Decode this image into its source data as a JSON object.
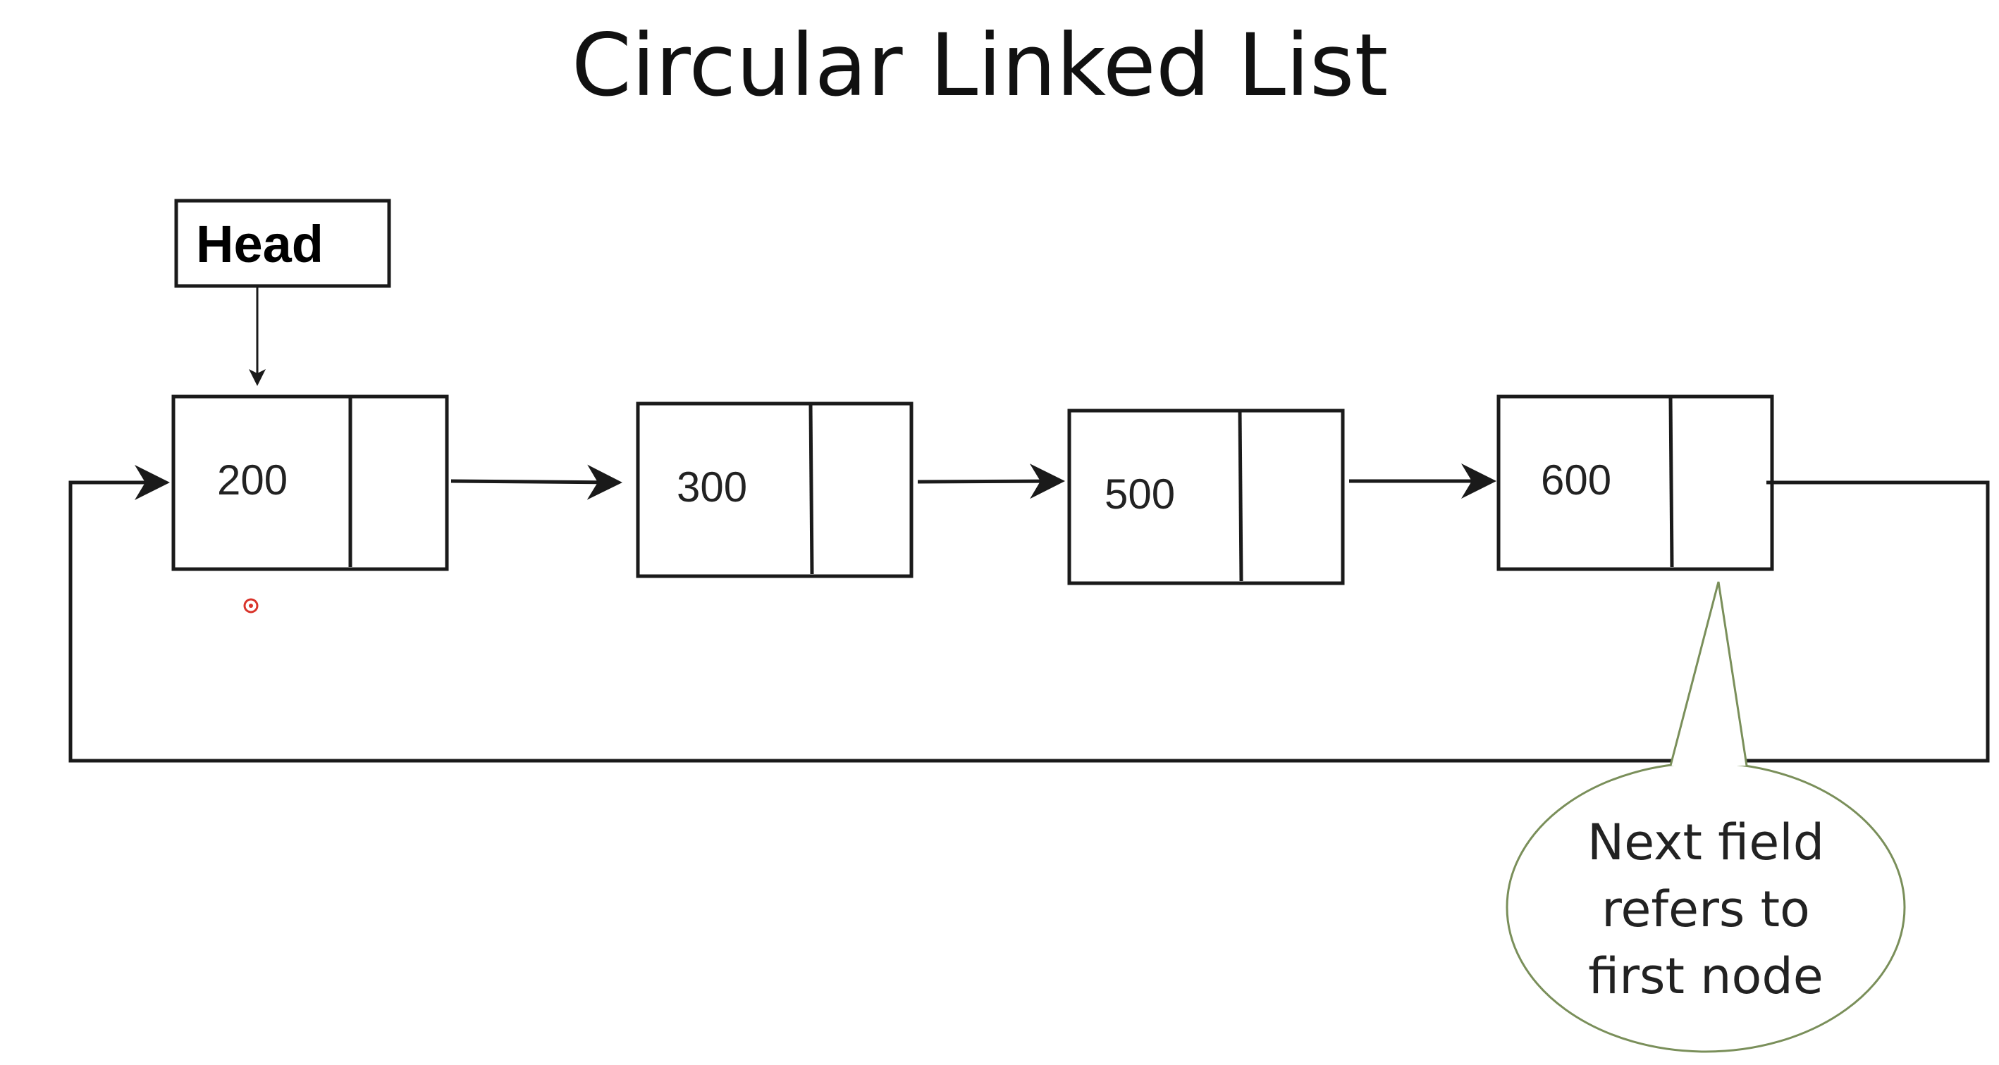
{
  "title": "Circular Linked List",
  "head_label": "Head",
  "nodes": [
    {
      "value": "200"
    },
    {
      "value": "300"
    },
    {
      "value": "500"
    },
    {
      "value": "600"
    }
  ],
  "callout": {
    "lines": [
      "Next field",
      "refers to",
      "first node"
    ],
    "stroke_color": "#7a8f5a"
  },
  "cursor_color": "#d9342b"
}
